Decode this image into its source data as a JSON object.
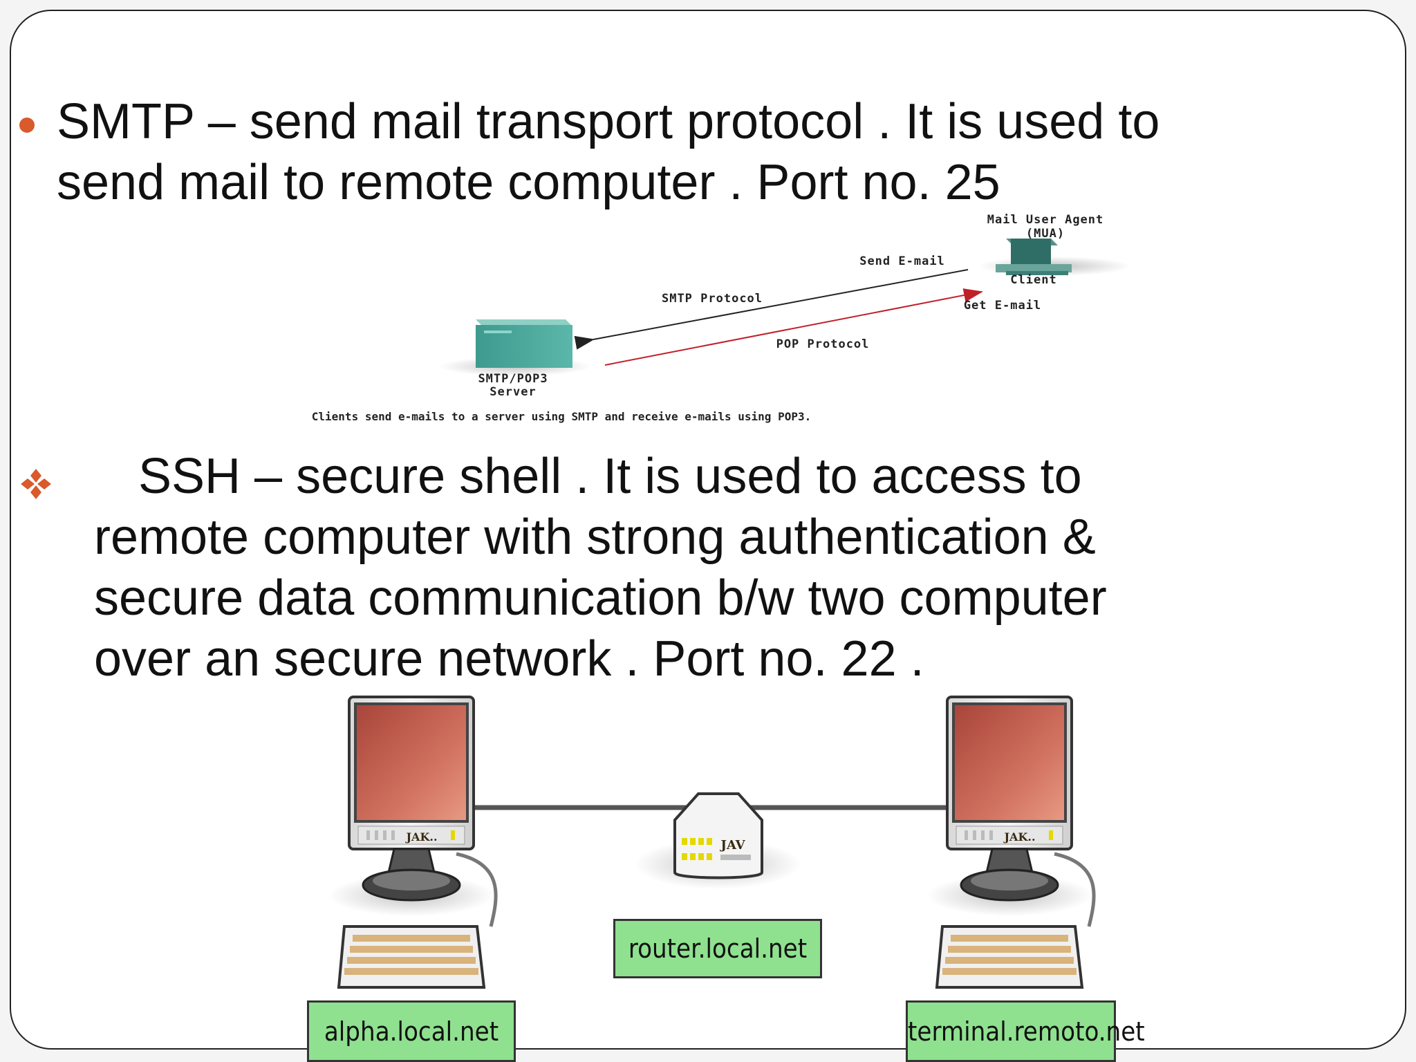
{
  "smtp_section": {
    "lines": [
      "SMTP – send mail transport protocol . It is used to",
      "send mail to remote computer . Port no. 25"
    ],
    "bullet_color": "#d95a2b"
  },
  "smtp_diagram": {
    "client_title_1": "Mail User Agent",
    "client_title_2": "(MUA)",
    "client_label": "Client",
    "send_label": "Send E-mail",
    "get_label": "Get E-mail",
    "smtp_protocol_label": "SMTP Protocol",
    "pop_protocol_label": "POP Protocol",
    "server_label_1": "SMTP/POP3",
    "server_label_2": "Server",
    "caption": "Clients send e-mails to a server using SMTP and receive e-mails using POP3.",
    "server_color": "#4fa79a",
    "pop_arrow_color": "#c0202a"
  },
  "ssh_section": {
    "lines": [
      "SSH – secure shell . It is used to access to",
      "remote computer with strong authentication &",
      "secure data communication b/w two computer",
      "over an secure network . Port no. 22 ."
    ],
    "bullet_color": "#d95a2b"
  },
  "ssh_diagram": {
    "left_host": "alpha.local.net",
    "router_host": "router.local.net",
    "right_host": "terminal.remoto.net",
    "monitor_badge": "JAK..",
    "router_badge": "JAV",
    "host_box_color": "#8fe18f",
    "screen_color": "#c8604f"
  }
}
